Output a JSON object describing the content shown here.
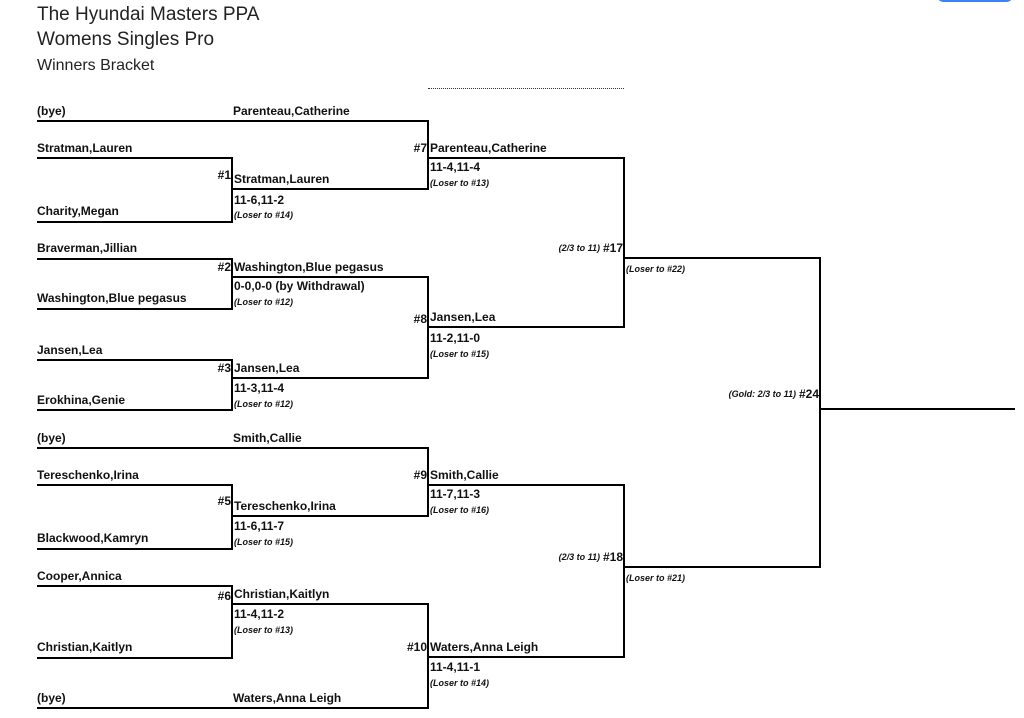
{
  "header": {
    "title_line1": "The Hyundai Masters PPA",
    "title_line2": "Womens Singles Pro",
    "subtitle": "Winners Bracket"
  },
  "round1": {
    "p1": "(bye)",
    "p2": "Stratman,Lauren",
    "p3": "Charity,Megan",
    "p4": "Braverman,Jillian",
    "p5": "Washington,Blue pegasus",
    "p6": "Jansen,Lea",
    "p7": "Erokhina,Genie",
    "p8": "(bye)",
    "p9": "Tereschenko,Irina",
    "p10": "Blackwood,Kamryn",
    "p11": "Cooper,Annica",
    "p12": "Christian,Kaitlyn",
    "p13": "(bye)"
  },
  "round2": {
    "bye1_name": "Parenteau,Catherine",
    "m1": {
      "num": "#1",
      "name": "Stratman,Lauren",
      "score": "11-6,11-2",
      "loser": "(Loser to #14)"
    },
    "m2": {
      "num": "#2",
      "name": "Washington,Blue pegasus",
      "score": "0-0,0-0 (by Withdrawal)",
      "loser": "(Loser to #12)"
    },
    "m3": {
      "num": "#3",
      "name": "Jansen,Lea",
      "score": "11-3,11-4",
      "loser": "(Loser to #12)"
    },
    "bye2_name": "Smith,Callie",
    "m5": {
      "num": "#5",
      "name": "Tereschenko,Irina",
      "score": "11-6,11-7",
      "loser": "(Loser to #15)"
    },
    "m6": {
      "num": "#6",
      "name": "Christian,Kaitlyn",
      "score": "11-4,11-2",
      "loser": "(Loser to #13)"
    },
    "bye3_name": "Waters,Anna Leigh"
  },
  "round3": {
    "m7": {
      "num": "#7",
      "name": "Parenteau,Catherine",
      "score": "11-4,11-4",
      "loser": "(Loser to #13)"
    },
    "m8": {
      "num": "#8",
      "name": "Jansen,Lea",
      "score": "11-2,11-0",
      "loser": "(Loser to #15)"
    },
    "m9": {
      "num": "#9",
      "name": "Smith,Callie",
      "score": "11-7,11-3",
      "loser": "(Loser to #16)"
    },
    "m10": {
      "num": "#10",
      "name": "Waters,Anna Leigh",
      "score": "11-4,11-1",
      "loser": "(Loser to #14)"
    }
  },
  "round4": {
    "m17": {
      "format": "(2/3 to 11)",
      "num": "#17",
      "loser": "(Loser to #22)"
    },
    "m18": {
      "format": "(2/3 to 11)",
      "num": "#18",
      "loser": "(Loser to #21)"
    }
  },
  "final": {
    "m24": {
      "format": "(Gold: 2/3 to 11)",
      "num": "#24"
    }
  }
}
